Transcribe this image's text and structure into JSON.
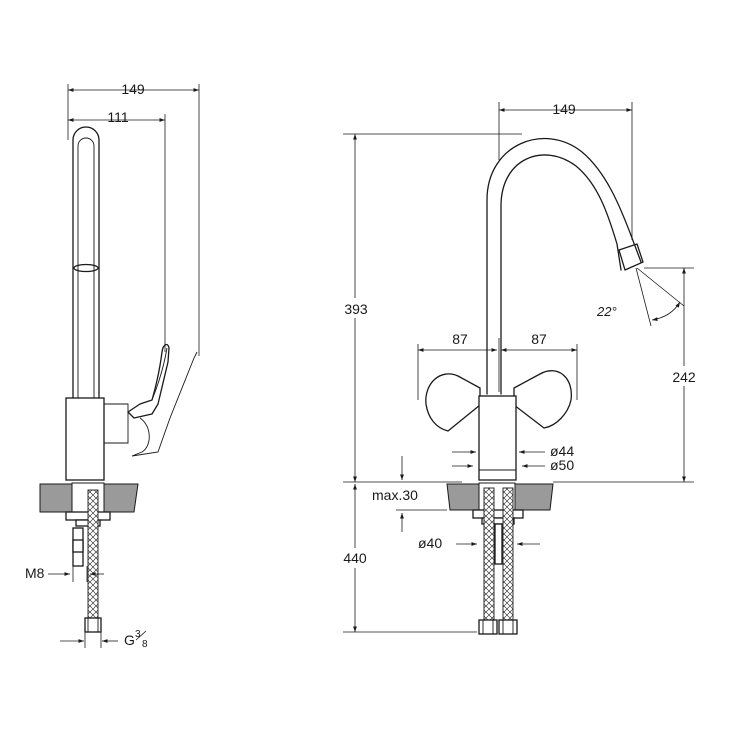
{
  "side_view": {
    "dim_total_reach": "149",
    "dim_spout_reach": "111",
    "dim_stud_thread": "M8",
    "dim_hose_thread_prefix": "G",
    "dim_hose_thread_num": "3",
    "dim_hose_thread_den": "8"
  },
  "front_view": {
    "dim_spout_reach": "149",
    "dim_total_height": "393",
    "dim_spout_outlet_height": "242",
    "dim_spout_angle": "22°",
    "dim_handle_left": "87",
    "dim_handle_right": "87",
    "dim_body_diameter": "ø44",
    "dim_base_diameter": "ø50",
    "dim_max_countertop": "max.30",
    "dim_hole_diameter": "ø40",
    "dim_hose_length": "440"
  }
}
